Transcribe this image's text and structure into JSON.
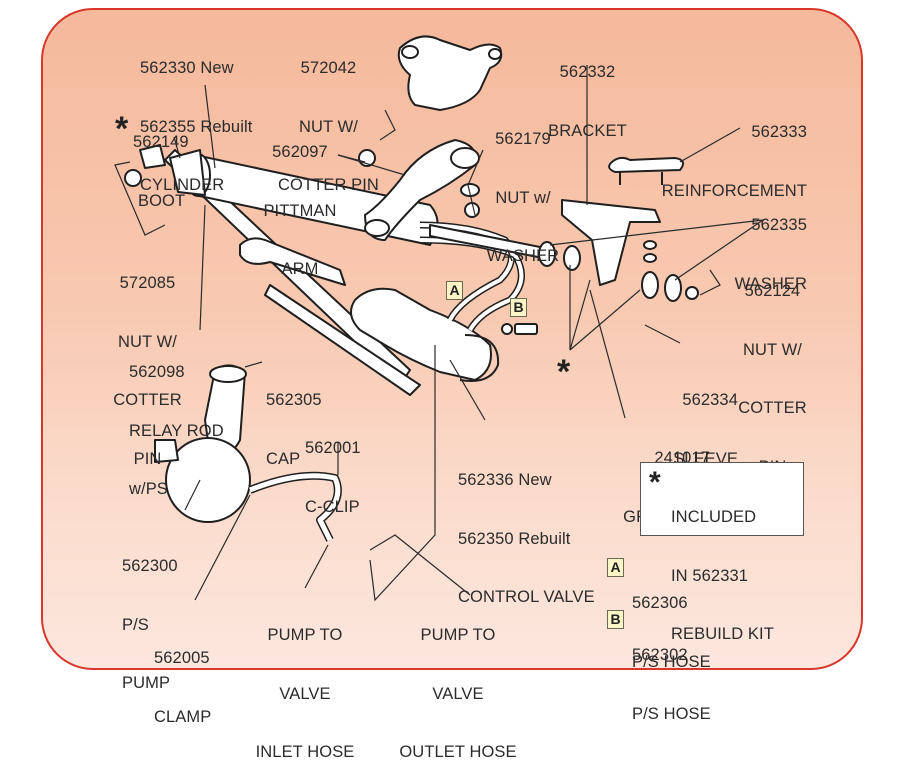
{
  "diagram": {
    "title_visible": false,
    "frame_color": "#d9372c",
    "background_top": "#f5b99c",
    "background_bottom": "#fce7de",
    "parts": [
      {
        "id": "cylinder",
        "lines": [
          "562330 New",
          "562355 Rebuilt",
          "CYLINDER"
        ]
      },
      {
        "id": "nut-cotter-pin-pittman",
        "lines": [
          "572042",
          "NUT W/",
          "COTTER PIN"
        ]
      },
      {
        "id": "boot",
        "lines": [
          "562149",
          "BOOT"
        ],
        "kit": true
      },
      {
        "id": "pittman-arm",
        "lines": [
          "562097",
          "PITTMAN",
          "ARM"
        ]
      },
      {
        "id": "nut-washer",
        "lines": [
          "562179",
          "NUT w/",
          "WASHER"
        ]
      },
      {
        "id": "bracket",
        "lines": [
          "562332",
          "BRACKET"
        ]
      },
      {
        "id": "reinforcement",
        "lines": [
          "562333",
          "REINFORCEMENT"
        ]
      },
      {
        "id": "washer",
        "lines": [
          "562335",
          "WASHER"
        ]
      },
      {
        "id": "nut-cotter-pin-bracket",
        "lines": [
          "562124",
          "NUT W/",
          "COTTER",
          "PIN"
        ]
      },
      {
        "id": "nut-cotter-pin-relay",
        "lines": [
          "572085",
          "NUT W/",
          "COTTER",
          "PIN"
        ]
      },
      {
        "id": "relay-rod",
        "lines": [
          "562098",
          "RELAY ROD",
          "w/PS"
        ]
      },
      {
        "id": "cap",
        "lines": [
          "562305",
          "CAP"
        ]
      },
      {
        "id": "c-clip",
        "lines": [
          "562001",
          "C-CLIP"
        ]
      },
      {
        "id": "control-valve",
        "lines": [
          "562336 New",
          "562350 Rebuilt",
          "CONTROL VALVE"
        ]
      },
      {
        "id": "sleeve",
        "lines": [
          "562334",
          "SLEEVE"
        ]
      },
      {
        "id": "grommet",
        "lines": [
          "241017",
          "GROMMET"
        ]
      },
      {
        "id": "ps-pump",
        "lines": [
          "562300",
          "P/S",
          "PUMP"
        ]
      },
      {
        "id": "clamp",
        "lines": [
          "562005",
          "CLAMP"
        ]
      },
      {
        "id": "inlet-hose",
        "lines": [
          "PUMP TO",
          "VALVE",
          "INLET HOSE"
        ]
      },
      {
        "id": "outlet-hose",
        "lines": [
          "PUMP TO",
          "VALVE",
          "OUTLET HOSE"
        ]
      }
    ],
    "kit_marker": "*",
    "kit_note": {
      "symbol": "*",
      "lines": [
        "INCLUDED",
        "IN 562331",
        "REBUILD KIT"
      ]
    },
    "hose_legend": [
      {
        "badge": "A",
        "lines": [
          "562306",
          "P/S HOSE"
        ]
      },
      {
        "badge": "B",
        "lines": [
          "562302",
          "P/S HOSE"
        ]
      }
    ],
    "badge_color": "#fbf5c8"
  }
}
